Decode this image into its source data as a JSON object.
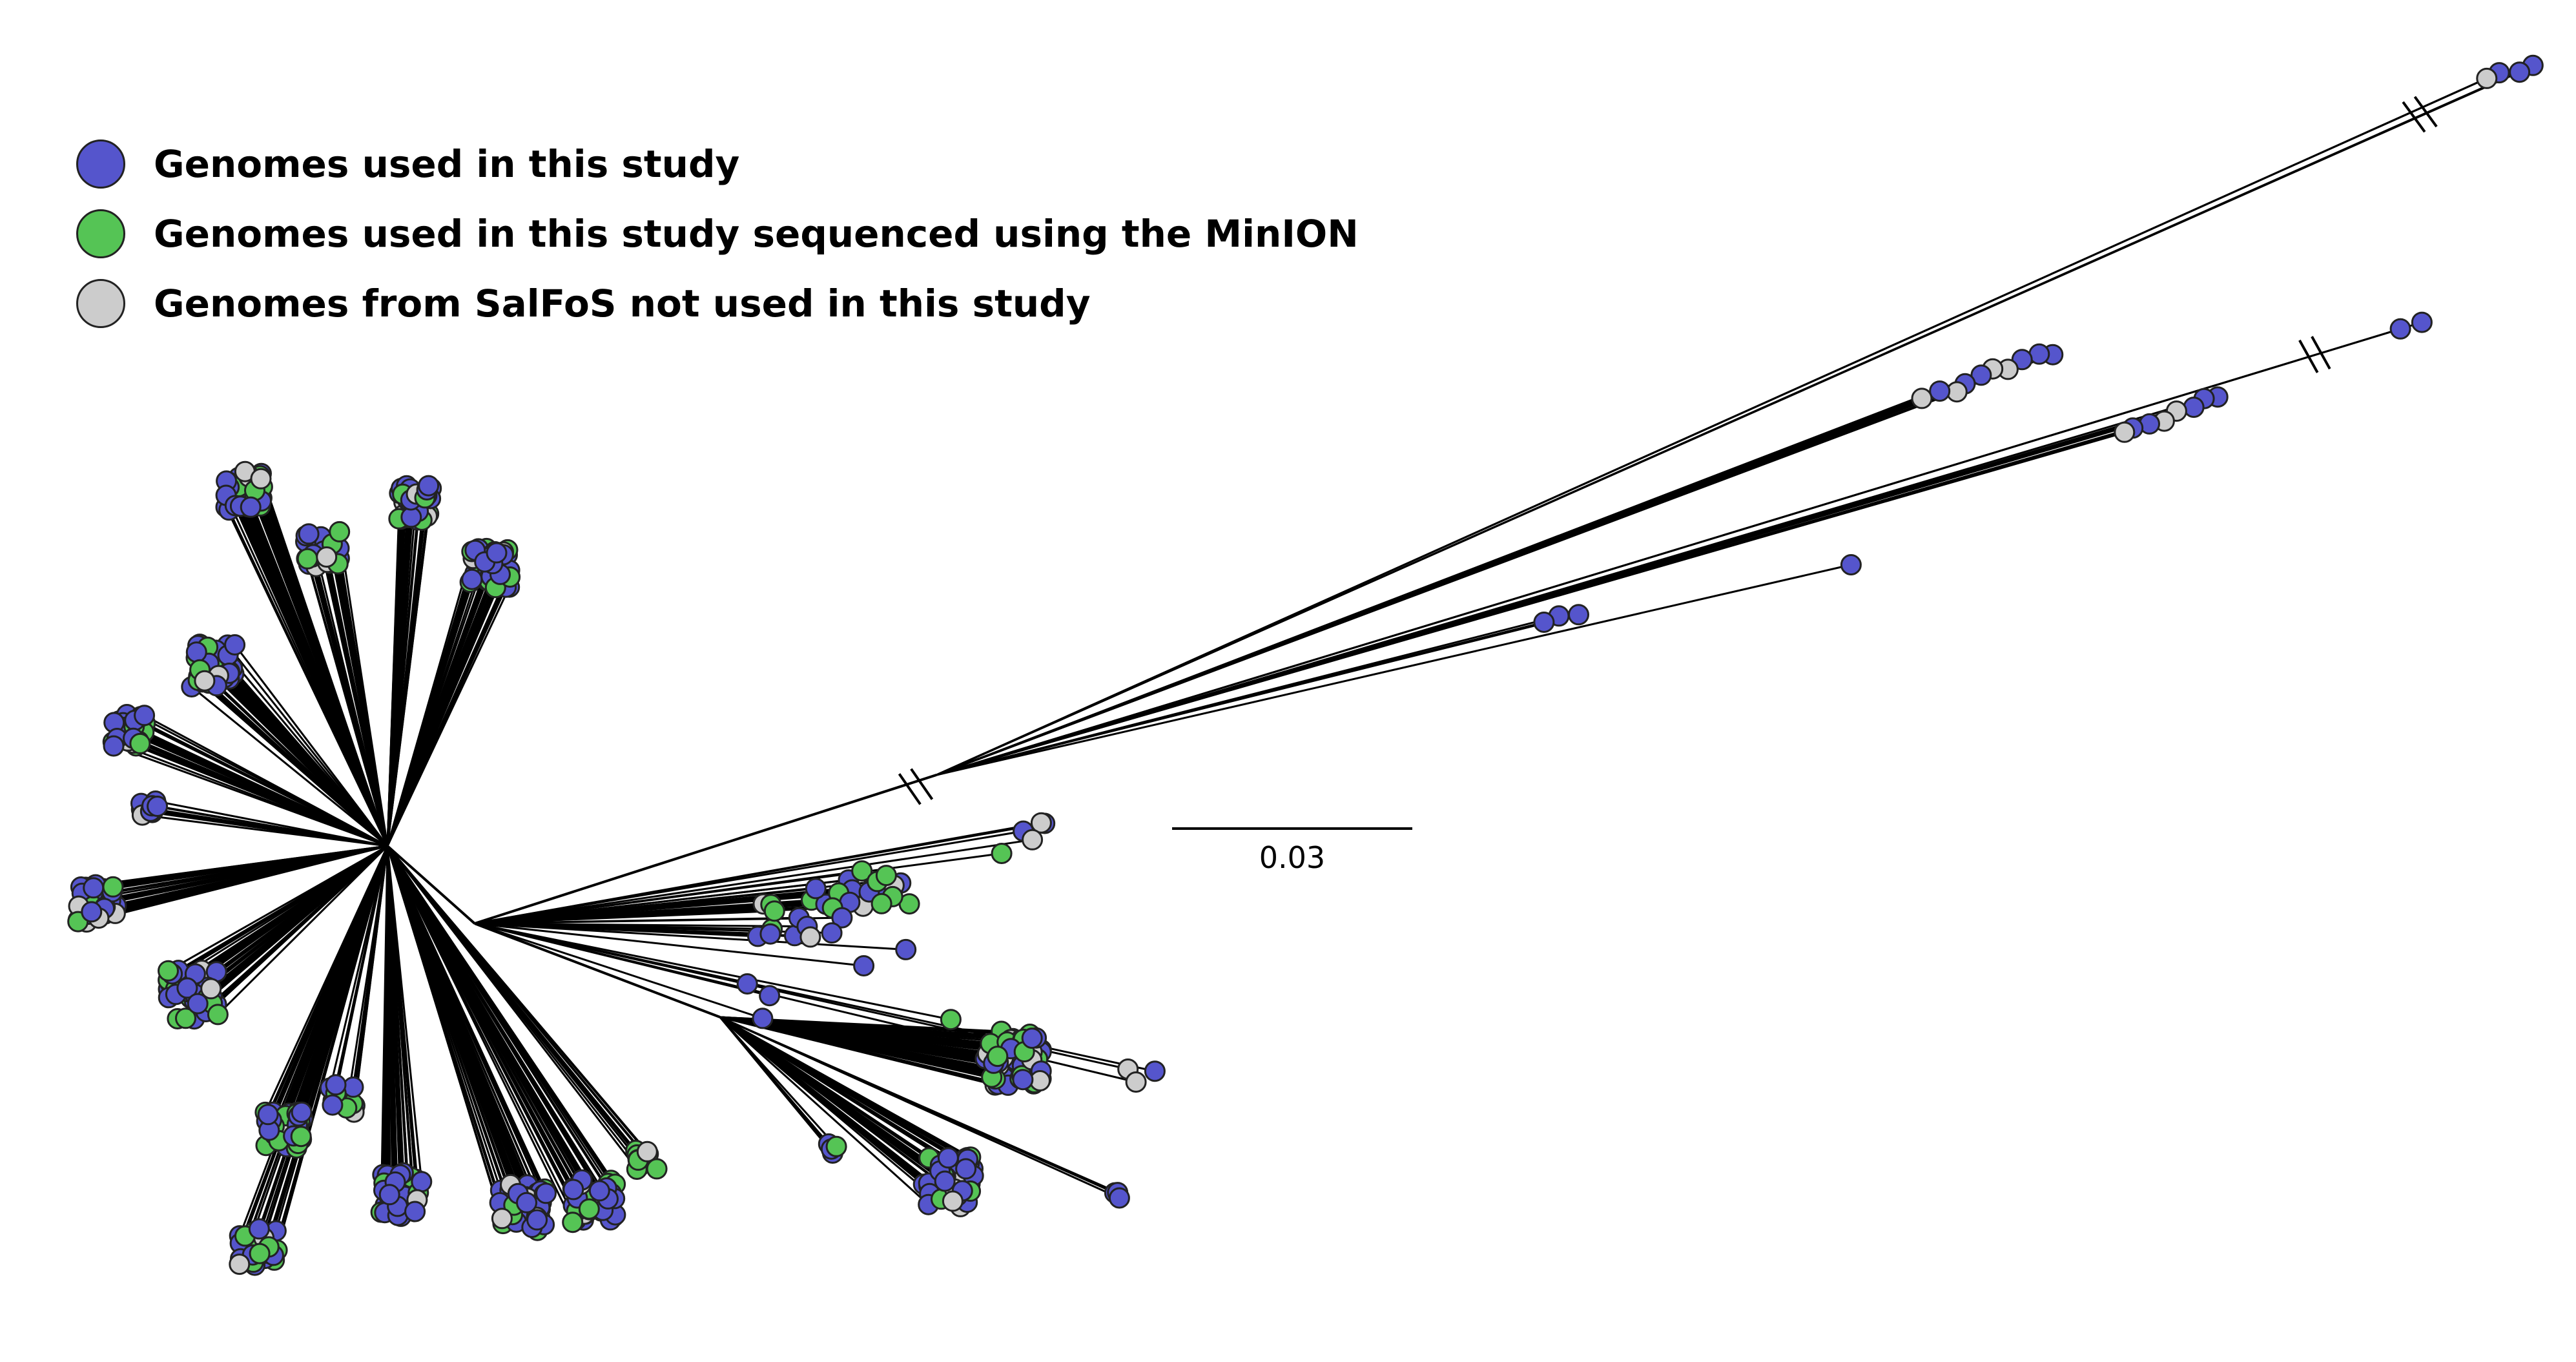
{
  "legend": {
    "items": [
      {
        "label": "Genomes used in this study",
        "color": "#5555cc"
      },
      {
        "label": "Genomes used in this study sequenced using the MinION",
        "color": "#55c455"
      },
      {
        "label": "Genomes from SalFoS not used in this study",
        "color": "#cccccc"
      }
    ]
  },
  "scale_bar": {
    "label": "0.03"
  },
  "colors": {
    "blue": "#5555cc",
    "green": "#55c455",
    "gray": "#cccccc",
    "branch": "#000000",
    "outline": "#222222"
  }
}
